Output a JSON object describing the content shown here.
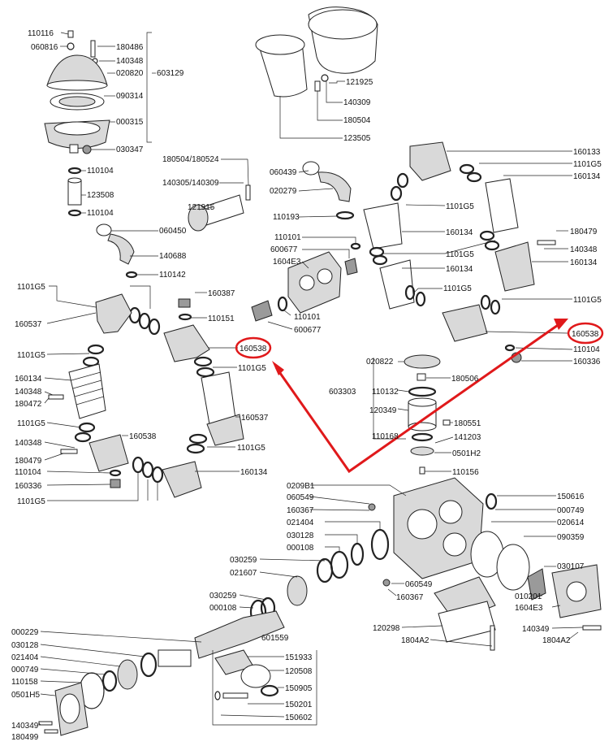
{
  "colors": {
    "line": "#222222",
    "highlight": "#e0191b",
    "arrow": "#e0191b"
  },
  "labels": {
    "l110116": "110116",
    "l060816": "060816",
    "l180486": "180486",
    "l140348a": "140348",
    "l020820": "020820",
    "l603129": "603129",
    "l090314": "090314",
    "l000315": "000315",
    "l030347": "030347",
    "l110104a": "110104",
    "l123508": "123508",
    "l110104b": "110104",
    "l060450": "060450",
    "l140688": "140688",
    "l110142": "110142",
    "l121925": "121925",
    "l140309": "140309",
    "l180504": "180504",
    "l123505": "123505",
    "l180504_180524": "180504/180524",
    "l140305_140309": "140305/140309",
    "l121915": "121915",
    "l060439": "060439",
    "l020279": "020279",
    "l110193": "110193",
    "l110101a": "110101",
    "l600677a": "600677",
    "l1604E3a": "1604E3",
    "l110101b": "110101",
    "l600677b": "600677",
    "l110165a": "1101G5",
    "l160387": "160387",
    "l160537a": "160537",
    "l110151": "110151",
    "l160538a": "160538",
    "l110165b": "1101G5",
    "l110165c": "1101G5",
    "l160134a": "160134",
    "l140348b": "140348",
    "l180472": "180472",
    "l110165d": "1101G5",
    "l160537b": "160537",
    "l160538b": "160538",
    "l140348c": "140348",
    "l110165e": "1101G5",
    "l180479a": "180479",
    "l110104c": "110104",
    "l160134b": "160134",
    "l160336a": "160336",
    "l110165f": "1101G5",
    "l160133": "160133",
    "l110165g": "1101G5",
    "l160134c": "160134",
    "l110165h": "1101G5",
    "l160134d": "160134",
    "l180479b": "180479",
    "l140348d": "140348",
    "l110165i": "1101G5",
    "l160134e": "160134",
    "l160134f": "160134",
    "l110165j": "1101G5",
    "l110165k": "1101G5",
    "l160538c": "160538",
    "l110104d": "110104",
    "l160336b": "160336",
    "l020822": "020822",
    "l603303": "603303",
    "l180506": "180506",
    "l110132": "110132",
    "l120349": "120349",
    "l180551": "180551",
    "l110168": "110168",
    "l141203": "141203",
    "l0501H2": "0501H2",
    "l110156": "110156",
    "l020981": "0209B1",
    "l060549a": "060549",
    "l160367a": "160367",
    "l021404a": "021404",
    "l030128a": "030128",
    "l000108a": "000108",
    "l150616": "150616",
    "l000749a": "000749",
    "l020614": "020614",
    "l090359": "090359",
    "l030259a": "030259",
    "l021607": "021607",
    "l060549b": "060549",
    "l160367b": "160367",
    "l030107": "030107",
    "l010201": "010201",
    "l1604E3b": "1604E3",
    "l030259b": "030259",
    "l000108b": "000108",
    "l120298": "120298",
    "l1804A2a": "1804A2",
    "l140349a": "140349",
    "l1804A2b": "1804A2",
    "l000229": "000229",
    "l030128b": "030128",
    "l021404b": "021404",
    "l000749b": "000749",
    "l110158": "110158",
    "l0501H5": "0501H5",
    "l601559": "601559",
    "l151933": "151933",
    "l120508": "120508",
    "l150905": "150905",
    "l150201": "150201",
    "l150602": "150602",
    "l140349b": "140349",
    "l180499": "180499"
  }
}
